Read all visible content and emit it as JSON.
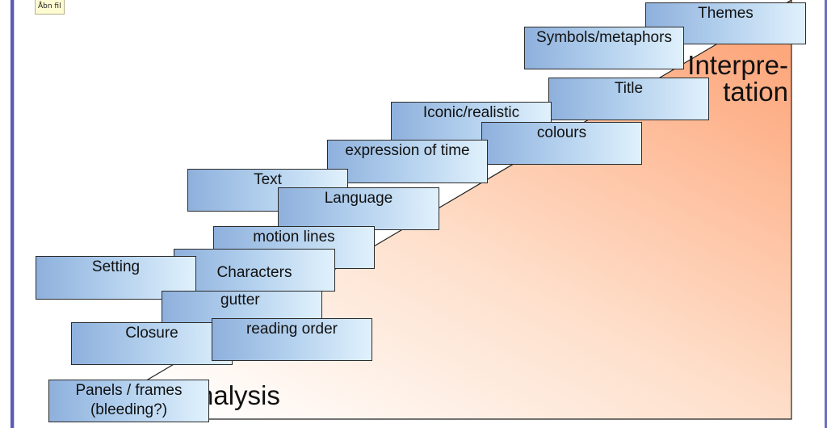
{
  "toolbar": {
    "open_file_label": "Åbn fil"
  },
  "diagram": {
    "top_label": "Interpre-\ntation",
    "bottom_label": "Analysis",
    "steps": [
      {
        "id": "themes",
        "label": "Themes"
      },
      {
        "id": "symbols-metaphors",
        "label": "Symbols/metaphors"
      },
      {
        "id": "title",
        "label": "Title"
      },
      {
        "id": "iconic-realistic",
        "label": "Iconic/realistic"
      },
      {
        "id": "colours",
        "label": "colours"
      },
      {
        "id": "expression-of-time",
        "label": "expression of time"
      },
      {
        "id": "text",
        "label": "Text"
      },
      {
        "id": "language",
        "label": "Language"
      },
      {
        "id": "motion-lines",
        "label": "motion lines"
      },
      {
        "id": "characters",
        "label": "Characters"
      },
      {
        "id": "setting",
        "label": "Setting"
      },
      {
        "id": "gutter",
        "label": "gutter"
      },
      {
        "id": "closure",
        "label": "Closure"
      },
      {
        "id": "reading-order",
        "label": "reading order"
      },
      {
        "id": "panels-frames",
        "label": "Panels / frames\n(bleeding?)"
      }
    ]
  },
  "colors": {
    "gradient_start": "#ffffff",
    "gradient_end": "#fdaa80",
    "box_left": "#8eb0dc",
    "box_right": "#e0f1fc"
  }
}
